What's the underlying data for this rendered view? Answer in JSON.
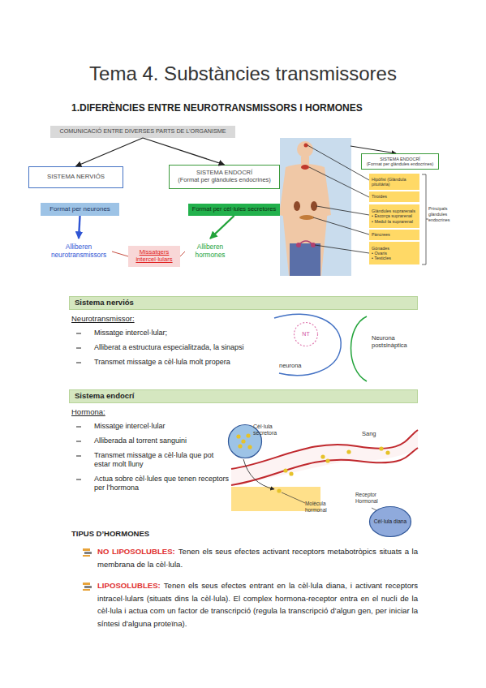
{
  "diagram": {
    "title": "Tema 4. Substàncies transmissores",
    "nodes": [
      {
        "text": [
          "COMUNICACIÓ ENTRE DIVERSES PARTS DE L’ORGANISME"
        ]
      },
      {
        "text": [
          "SISTEMA NERVIÓS"
        ]
      },
      {
        "text": [
          "SISTEMA ENDOCRÍ",
          "(Format per glàndules endocrines)"
        ]
      },
      {
        "text": [
          "Format per neurones"
        ]
      },
      {
        "text": [
          "Format per cèl·lules secretores"
        ]
      },
      {
        "text": [
          "Alliberen neurotransmissors"
        ]
      },
      {
        "text": [
          "Missatgers intercel·lulars"
        ]
      },
      {
        "text": [
          "Alliberen hormones"
        ]
      },
      {
        "text": [
          "SISTEMA ENDOCRÍ",
          "(Format per glàndules endocrines)"
        ]
      },
      {
        "text": [
          "Hipòfisi (Glàndula pituïtària)"
        ]
      },
      {
        "text": [
          "Tiroides"
        ]
      },
      {
        "text": [
          "Glàndules suprarenals",
          "• Escorça suprarenal",
          "• Medul·la suprarenal"
        ]
      },
      {
        "text": [
          "Pàncrees"
        ]
      },
      {
        "text": [
          "Gònades",
          "• Ovaris",
          "• Testicles"
        ]
      },
      {
        "text": [
          "Sistema nerviós"
        ]
      },
      {
        "text": [
          "NT"
        ]
      },
      {
        "text": [
          "Sistema endocrí"
        ]
      },
      {
        "text": [
          "Cèl·lula secretora"
        ]
      },
      {
        "text": [
          "Cèl·lula diana"
        ]
      }
    ],
    "edges": [
      {
        "from": 0,
        "to": 1,
        "arrow": "to"
      },
      {
        "from": 0,
        "to": 2,
        "arrow": "to"
      },
      {
        "from": 3,
        "to": 5,
        "arrow": "to"
      },
      {
        "from": 4,
        "to": 7,
        "arrow": "to"
      },
      {
        "from": 6,
        "to": 5,
        "arrow": "none"
      },
      {
        "from": 6,
        "to": 7,
        "arrow": "none"
      }
    ],
    "labels": [
      "1.DIFERÈNCIES ENTRE NEUROTRANSMISSORS I HORMONES",
      "Principals glàndules endocrines",
      "Neurotransmissor:",
      "Missatge intercel·lular;",
      "Alliberat a estructura especialitzada, la sinapsi",
      "Transmet missatge a cèl·lula molt propera",
      "neurona",
      "Neurona postsinàptica",
      "Hormona:",
      "Missatge intercel·lular",
      "Alliberada al torrent sanguini",
      "Transmet missatge a cèl·lula que pot estar molt lluny",
      "Actua sobre cèl·lules que tenen receptors per l’hormona",
      "Sang",
      "Receptor Hormonal",
      "Molècula hormonal",
      "TIPUS D’HORMONES",
      "NO LIPOSOLUBLES:",
      "Tenen els seus efectes activant receptors metabotròpics situats a la membrana de la cèl·lula.",
      "LIPOSOLUBLES:",
      "Tenen els seus efectes entrant en la cèl·lula diana, i activant receptors intracel·lulars (situats dins la cèl·lula). El complex hormona-receptor entra en el nucli de la cèl·lula i actua com un factor de transcripció (regula la transcripció d’algun gen, per iniciar la síntesi d’alguna proteïna)."
    ]
  }
}
